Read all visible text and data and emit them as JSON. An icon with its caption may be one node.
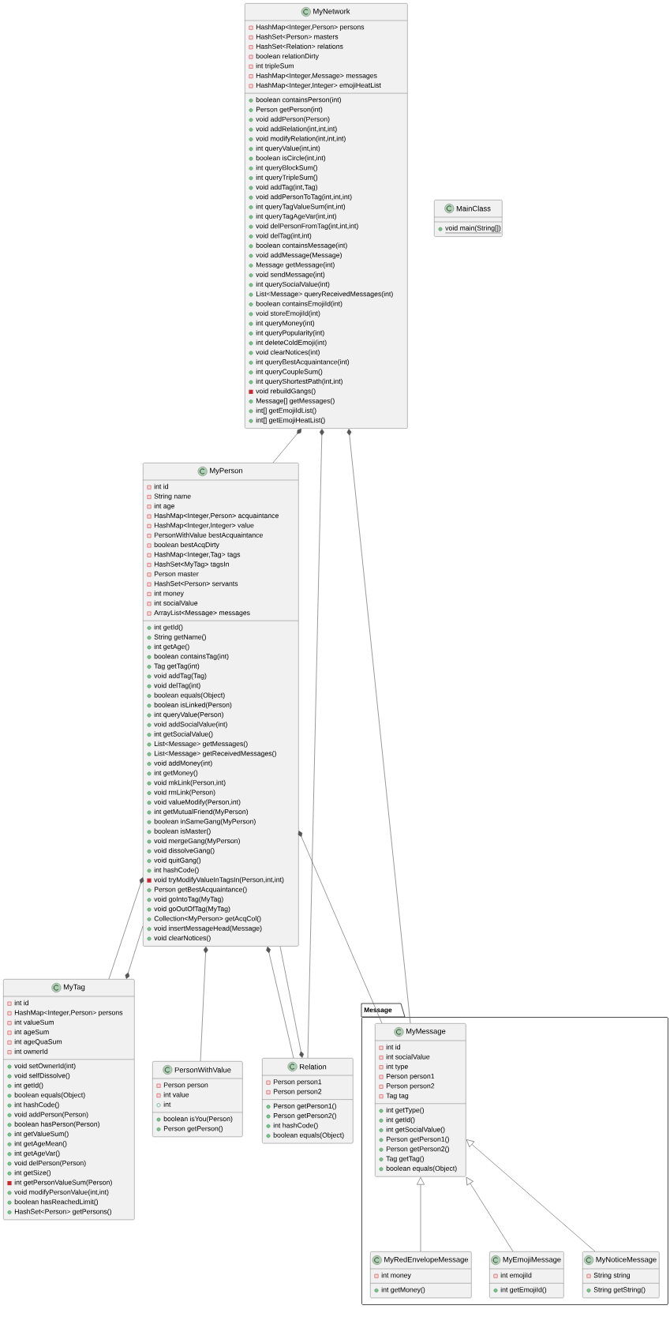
{
  "diagram": {
    "nodes": [
      {
        "text": [
          "MyNetwork",
          "HashMap<Integer,Person> persons",
          "HashSet<Person> masters",
          "HashSet<Relation> relations",
          "boolean relationDirty",
          "int tripleSum",
          "HashMap<Integer,Message> messages",
          "HashMap<Integer,Integer> emojiHeatList",
          "boolean containsPerson(int)",
          "Person getPerson(int)",
          "void addPerson(Person)",
          "void addRelation(int,int,int)",
          "void modifyRelation(int,int,int)",
          "int queryValue(int,int)",
          "boolean isCircle(int,int)",
          "int queryBlockSum()",
          "int queryTripleSum()",
          "void addTag(int,Tag)",
          "void addPersonToTag(int,int,int)",
          "int queryTagValueSum(int,int)",
          "int queryTagAgeVar(int,int)",
          "void delPersonFromTag(int,int,int)",
          "void delTag(int,int)",
          "boolean containsMessage(int)",
          "void addMessage(Message)",
          "Message getMessage(int)",
          "void sendMessage(int)",
          "int querySocialValue(int)",
          "List<Message> queryReceivedMessages(int)",
          "boolean containsEmojiId(int)",
          "void storeEmojiId(int)",
          "int queryMoney(int)",
          "int queryPopularity(int)",
          "int deleteColdEmoji(int)",
          "void clearNotices(int)",
          "int queryBestAcquaintance(int)",
          "int queryCoupleSum()",
          "int queryShortestPath(int,int)",
          "void rebuildGangs()",
          "Message[] getMessages()",
          "int[] getEmojiIdList()",
          "int[] getEmojiHeatList()"
        ]
      },
      {
        "text": [
          "MainClass",
          "void main(String[])"
        ]
      },
      {
        "text": [
          "MyPerson",
          "int id",
          "String name",
          "int age",
          "HashMap<Integer,Person> acquaintance",
          "HashMap<Integer,Integer> value",
          "PersonWithValue bestAcquaintance",
          "boolean bestAcqDirty",
          "HashMap<Integer,Tag> tags",
          "HashSet<MyTag> tagsIn",
          "Person master",
          "HashSet<Person> servants",
          "int money",
          "int socialValue",
          "ArrayList<Message> messages",
          "int getId()",
          "String getName()",
          "int getAge()",
          "boolean containsTag(int)",
          "Tag getTag(int)",
          "void addTag(Tag)",
          "void delTag(int)",
          "boolean equals(Object)",
          "boolean isLinked(Person)",
          "int queryValue(Person)",
          "void addSocialValue(int)",
          "int getSocialValue()",
          "List<Message> getMessages()",
          "List<Message> getReceivedMessages()",
          "void addMoney(int)",
          "int getMoney()",
          "void mkLink(Person,int)",
          "void rmLink(Person)",
          "void valueModify(Person,int)",
          "int getMutualFriend(MyPerson)",
          "boolean inSameGang(MyPerson)",
          "boolean isMaster()",
          "void mergeGang(MyPerson)",
          "void dissolveGang()",
          "void quitGang()",
          "int hashCode()",
          "void tryModifyValueInTagsIn(Person,int,int)",
          "Person getBestAcquaintance()",
          "void goIntoTag(MyTag)",
          "void goOutOfTag(MyTag)",
          "Collection<MyPerson> getAcqCol()",
          "void insertMessageHead(Message)",
          "void clearNotices()"
        ]
      },
      {
        "text": [
          "MyTag",
          "int id",
          "HashMap<Integer,Person> persons",
          "int valueSum",
          "int ageSum",
          "int ageQuaSum",
          "int ownerId",
          "void setOwnerId(int)",
          "void selfDissolve()",
          "int getId()",
          "boolean equals(Object)",
          "int hashCode()",
          "void addPerson(Person)",
          "boolean hasPerson(Person)",
          "int getValueSum()",
          "int getAgeMean()",
          "int getAgeVar()",
          "void delPerson(Person)",
          "int getSize()",
          "int getPersonValueSum(Person)",
          "void modifyPersonValue(int,int)",
          "boolean hasReachedLimit()",
          "HashSet<Person> getPersons()"
        ]
      },
      {
        "text": [
          "PersonWithValue",
          "Person person",
          "int value",
          "int",
          "boolean isYou(Person)",
          "Person getPerson()"
        ]
      },
      {
        "text": [
          "Relation",
          "Person person1",
          "Person person2",
          "Person getPerson1()",
          "Person getPerson2()",
          "int hashCode()",
          "boolean equals(Object)"
        ]
      },
      {
        "text": [
          "Message"
        ]
      },
      {
        "text": [
          "MyMessage",
          "int id",
          "int socialValue",
          "int type",
          "Person person1",
          "Person person2",
          "Tag tag",
          "int getType()",
          "int getId()",
          "int getSocialValue()",
          "Person getPerson1()",
          "Person getPerson2()",
          "Tag getTag()",
          "boolean equals(Object)"
        ],
        "in": 6
      },
      {
        "text": [
          "MyRedEnvelopeMessage",
          "int money",
          "int getMoney()"
        ],
        "in": 6
      },
      {
        "text": [
          "MyEmojiMessage",
          "int emojiId",
          "int getEmojiId()"
        ],
        "in": 6
      },
      {
        "text": [
          "MyNoticeMessage",
          "String string",
          "String getString()"
        ],
        "in": 6
      }
    ],
    "edges": [
      {
        "from": 0,
        "to": 2,
        "arrow": "other"
      },
      {
        "from": 0,
        "to": 5,
        "arrow": "other"
      },
      {
        "from": 0,
        "to": 7,
        "arrow": "other"
      },
      {
        "from": 2,
        "to": 7,
        "arrow": "other"
      },
      {
        "from": 2,
        "to": 3,
        "arrow": "other"
      },
      {
        "from": 3,
        "to": 2,
        "arrow": "other"
      },
      {
        "from": 2,
        "to": 4,
        "arrow": "other"
      },
      {
        "from": 2,
        "to": 5,
        "arrow": "other"
      },
      {
        "from": 5,
        "to": 2,
        "arrow": "other"
      },
      {
        "from": 8,
        "to": 7,
        "arrow": "to"
      },
      {
        "from": 9,
        "to": 7,
        "arrow": "to"
      },
      {
        "from": 10,
        "to": 7,
        "arrow": "to"
      }
    ]
  }
}
